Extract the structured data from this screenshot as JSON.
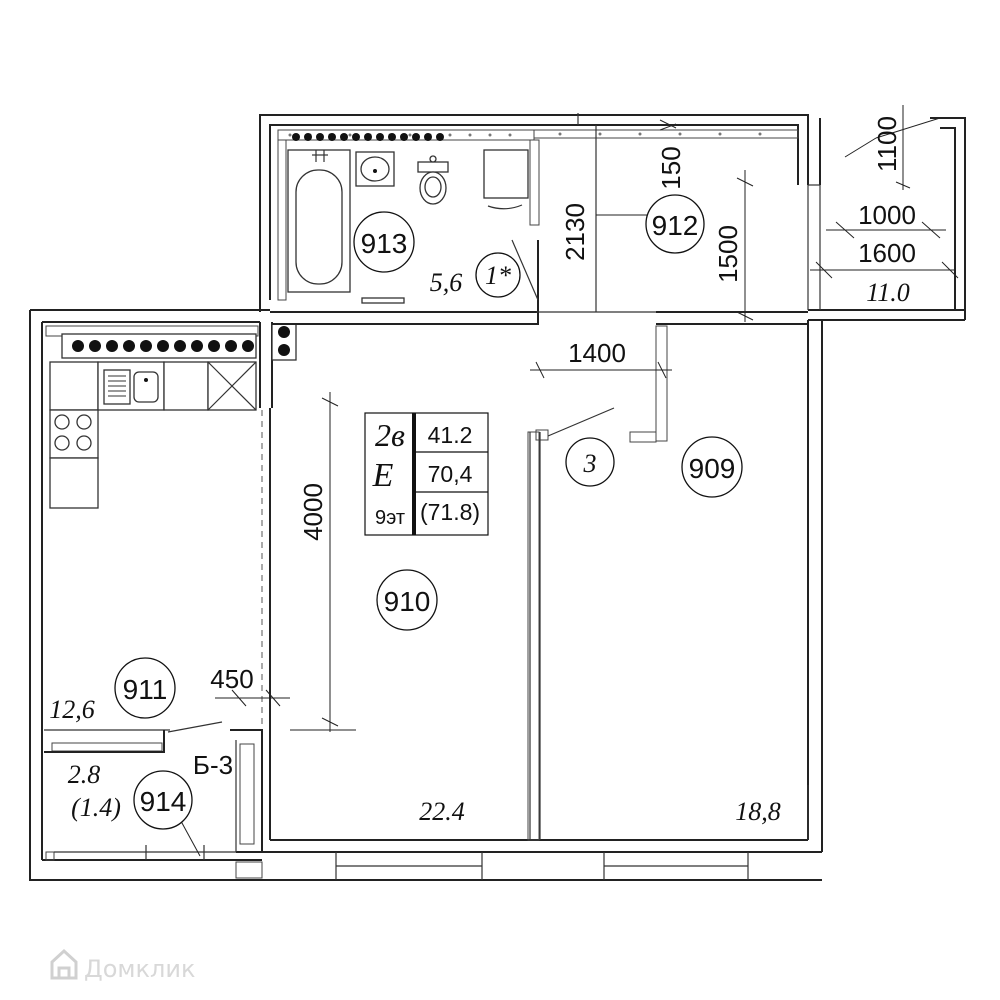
{
  "rooms": [
    {
      "number": "909",
      "area": "18,8"
    },
    {
      "number": "910",
      "area": "22.4"
    },
    {
      "number": "911",
      "area": "12,6"
    },
    {
      "number": "912",
      "area": "11.0"
    },
    {
      "number": "913",
      "area": "5,6"
    },
    {
      "number": "914",
      "area": "2.8",
      "area_reduced": "(1.4)"
    }
  ],
  "room_markers": {
    "bath": "1*",
    "hall": "3"
  },
  "info_table": {
    "type_code": "2в",
    "area_living": "41.2",
    "section": "Е",
    "area_total": "70,4",
    "floor": "9эт",
    "area_with_balcony": "(71.8)"
  },
  "balcony_mark": "Б-3",
  "dimensions": {
    "d1100": "1100",
    "d1000": "1000",
    "d1600": "1600",
    "d150": "150",
    "d2130": "2130",
    "d1500": "1500",
    "d1400": "1400",
    "d4000": "4000",
    "d450": "450"
  },
  "watermark": {
    "icon": "house-logo-icon",
    "text": "Домклик"
  }
}
